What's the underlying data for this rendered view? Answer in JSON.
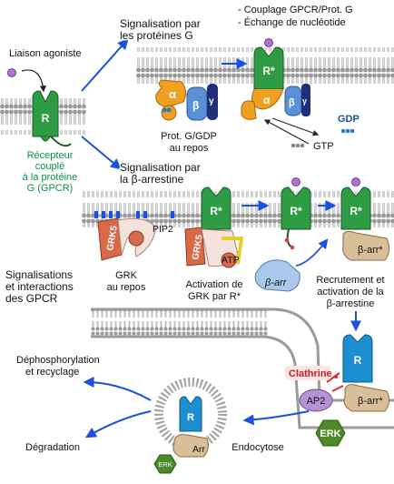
{
  "labels": {
    "agonist_binding": "Liaison agoniste",
    "g_protein_signaling_line1": "Signalisation par",
    "g_protein_signaling_line2": "les protéines G",
    "bullet_coupling": "- Couplage GPCR/Prot. G",
    "bullet_exchange": "- Échange de nucléotide",
    "receptor": "R",
    "receptor_active": "R*",
    "gpcr_line1": "Récepteur",
    "gpcr_line2": "couplé",
    "gpcr_line3": "à la protéine",
    "gpcr_line4": "G (GPCR)",
    "g_resting_line1": "Prot. G/GDP",
    "g_resting_line2": "au repos",
    "alpha": "α",
    "beta": "β",
    "gamma": "γ",
    "gdp": "GDP",
    "gtp": "GTP",
    "arrestin_signaling_line1": "Signalisation par",
    "arrestin_signaling_line2": "la β-arrestine",
    "grk5": "GRK5",
    "pip2": "PIP2",
    "atp": "ATP",
    "grk_resting_line1": "GRK",
    "grk_resting_line2": "au repos",
    "grk_activation_line1": "Activation de",
    "grk_activation_line2": "GRK par R*",
    "signaling_line1": "Signalisations",
    "signaling_line2": "et interactions",
    "signaling_line3": "des GPCR",
    "beta_arr": "β-arr",
    "beta_arr_star": "β-arr*",
    "recruit_line1": "Recrutement et",
    "recruit_line2": "activation de la",
    "recruit_line3": "β-arrestine",
    "clathrin": "Clathrine",
    "ap2": "AP2",
    "erk": "ERK",
    "endocytosis": "Endocytose",
    "dephos_line1": "Déphosphorylation",
    "dephos_line2": "et recyclage",
    "degradation": "Dégradation",
    "arr": "Arr"
  },
  "colors": {
    "receptor_green": "#2e9b45",
    "receptor_blue": "#1d8fd1",
    "g_alpha": "#f0a020",
    "g_beta": "#5b8fd6",
    "g_gamma": "#1f2f7a",
    "arrestin": "#d9bf99",
    "grk5": "#d86a4a",
    "arrow_blue": "#1a4fe0",
    "membrane_lipid": "#8a8a8a",
    "agonist_purple": "#b070d0",
    "erk_green": "#4d8a2a",
    "ap2_purple": "#b493d4",
    "clathrin_red": "#d03030",
    "gtp_cyan": "#2a7fb0"
  }
}
